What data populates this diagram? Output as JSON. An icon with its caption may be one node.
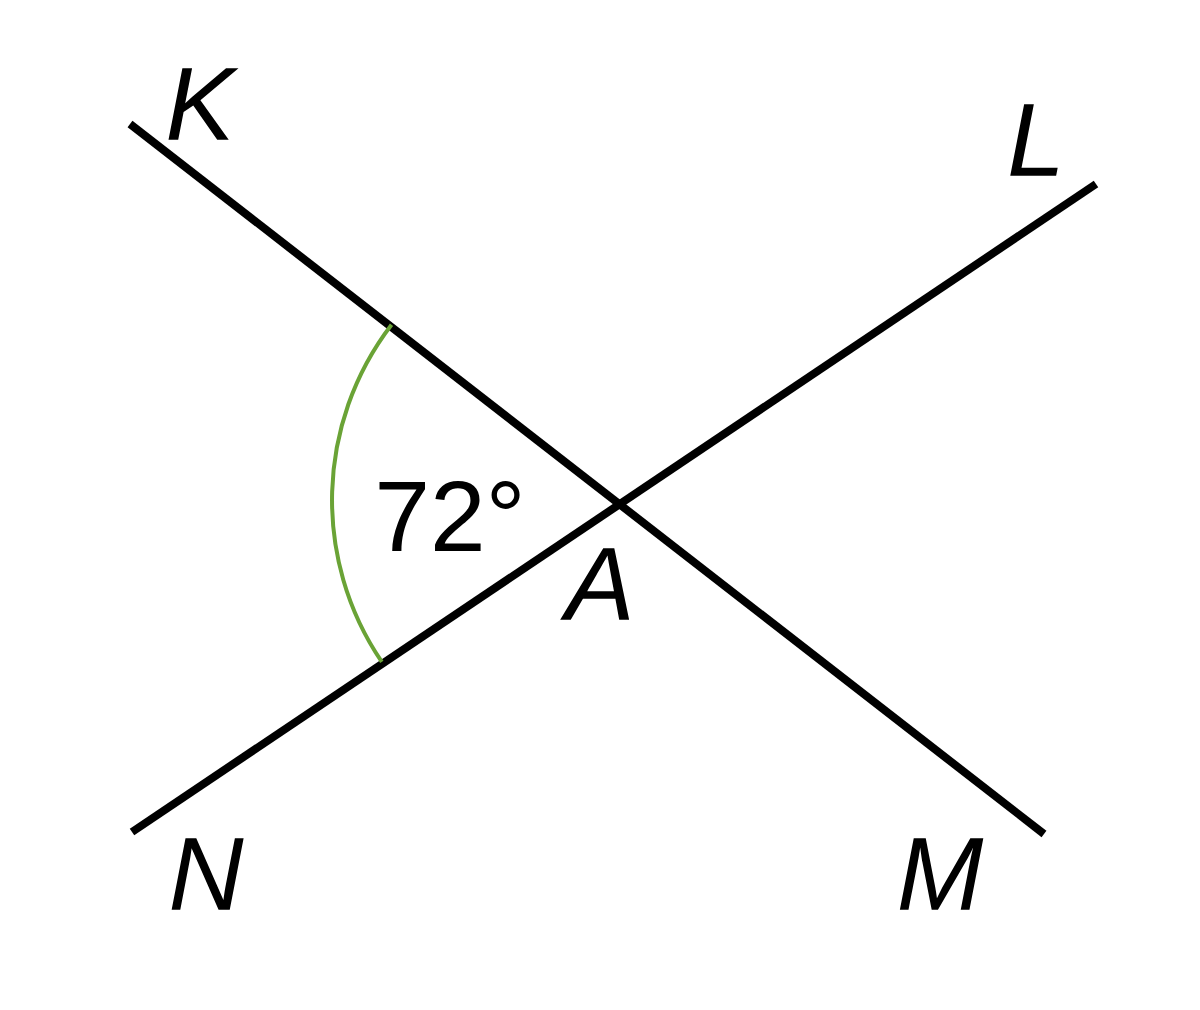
{
  "diagram": {
    "labels": [
      "K",
      "L",
      "72°",
      "A",
      "N",
      "M"
    ]
  }
}
